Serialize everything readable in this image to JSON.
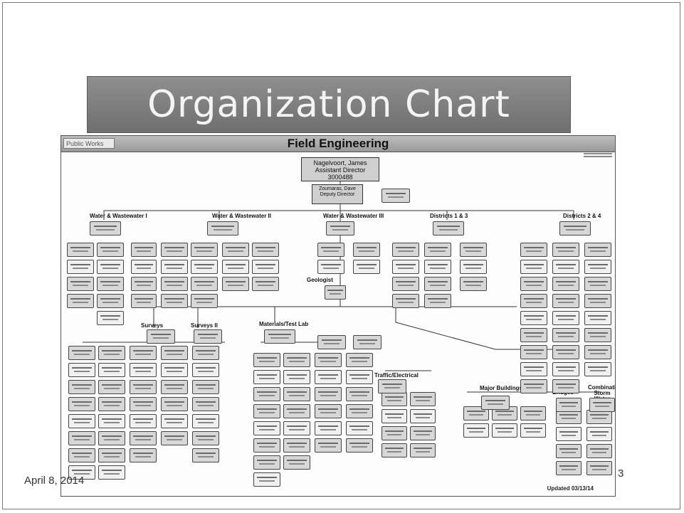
{
  "slide": {
    "title": "Organization Chart",
    "date": "April 8, 2014",
    "page_number": "3"
  },
  "chart": {
    "logo_text": "Public Works",
    "header": "Field Engineering",
    "director": {
      "name": "Nagelvoort, James",
      "title": "Assistant Director",
      "code": "3000488"
    },
    "deputy": {
      "name": "Zoumaras, Dave",
      "title": "Deputy Director"
    },
    "divisions": [
      "Water & Wastewater I",
      "Water & Wastewater II",
      "Water & Wastewater III",
      "Districts 1 & 3",
      "Districts 2 & 4"
    ],
    "other_units": [
      "Geologist",
      "Materials/Test Lab",
      "Surveys",
      "Surveys II",
      "Traffic/Electrical",
      "Major Buildings",
      "Bridges",
      "Combination Storm Water"
    ],
    "updated": "Updated 03/13/14"
  }
}
